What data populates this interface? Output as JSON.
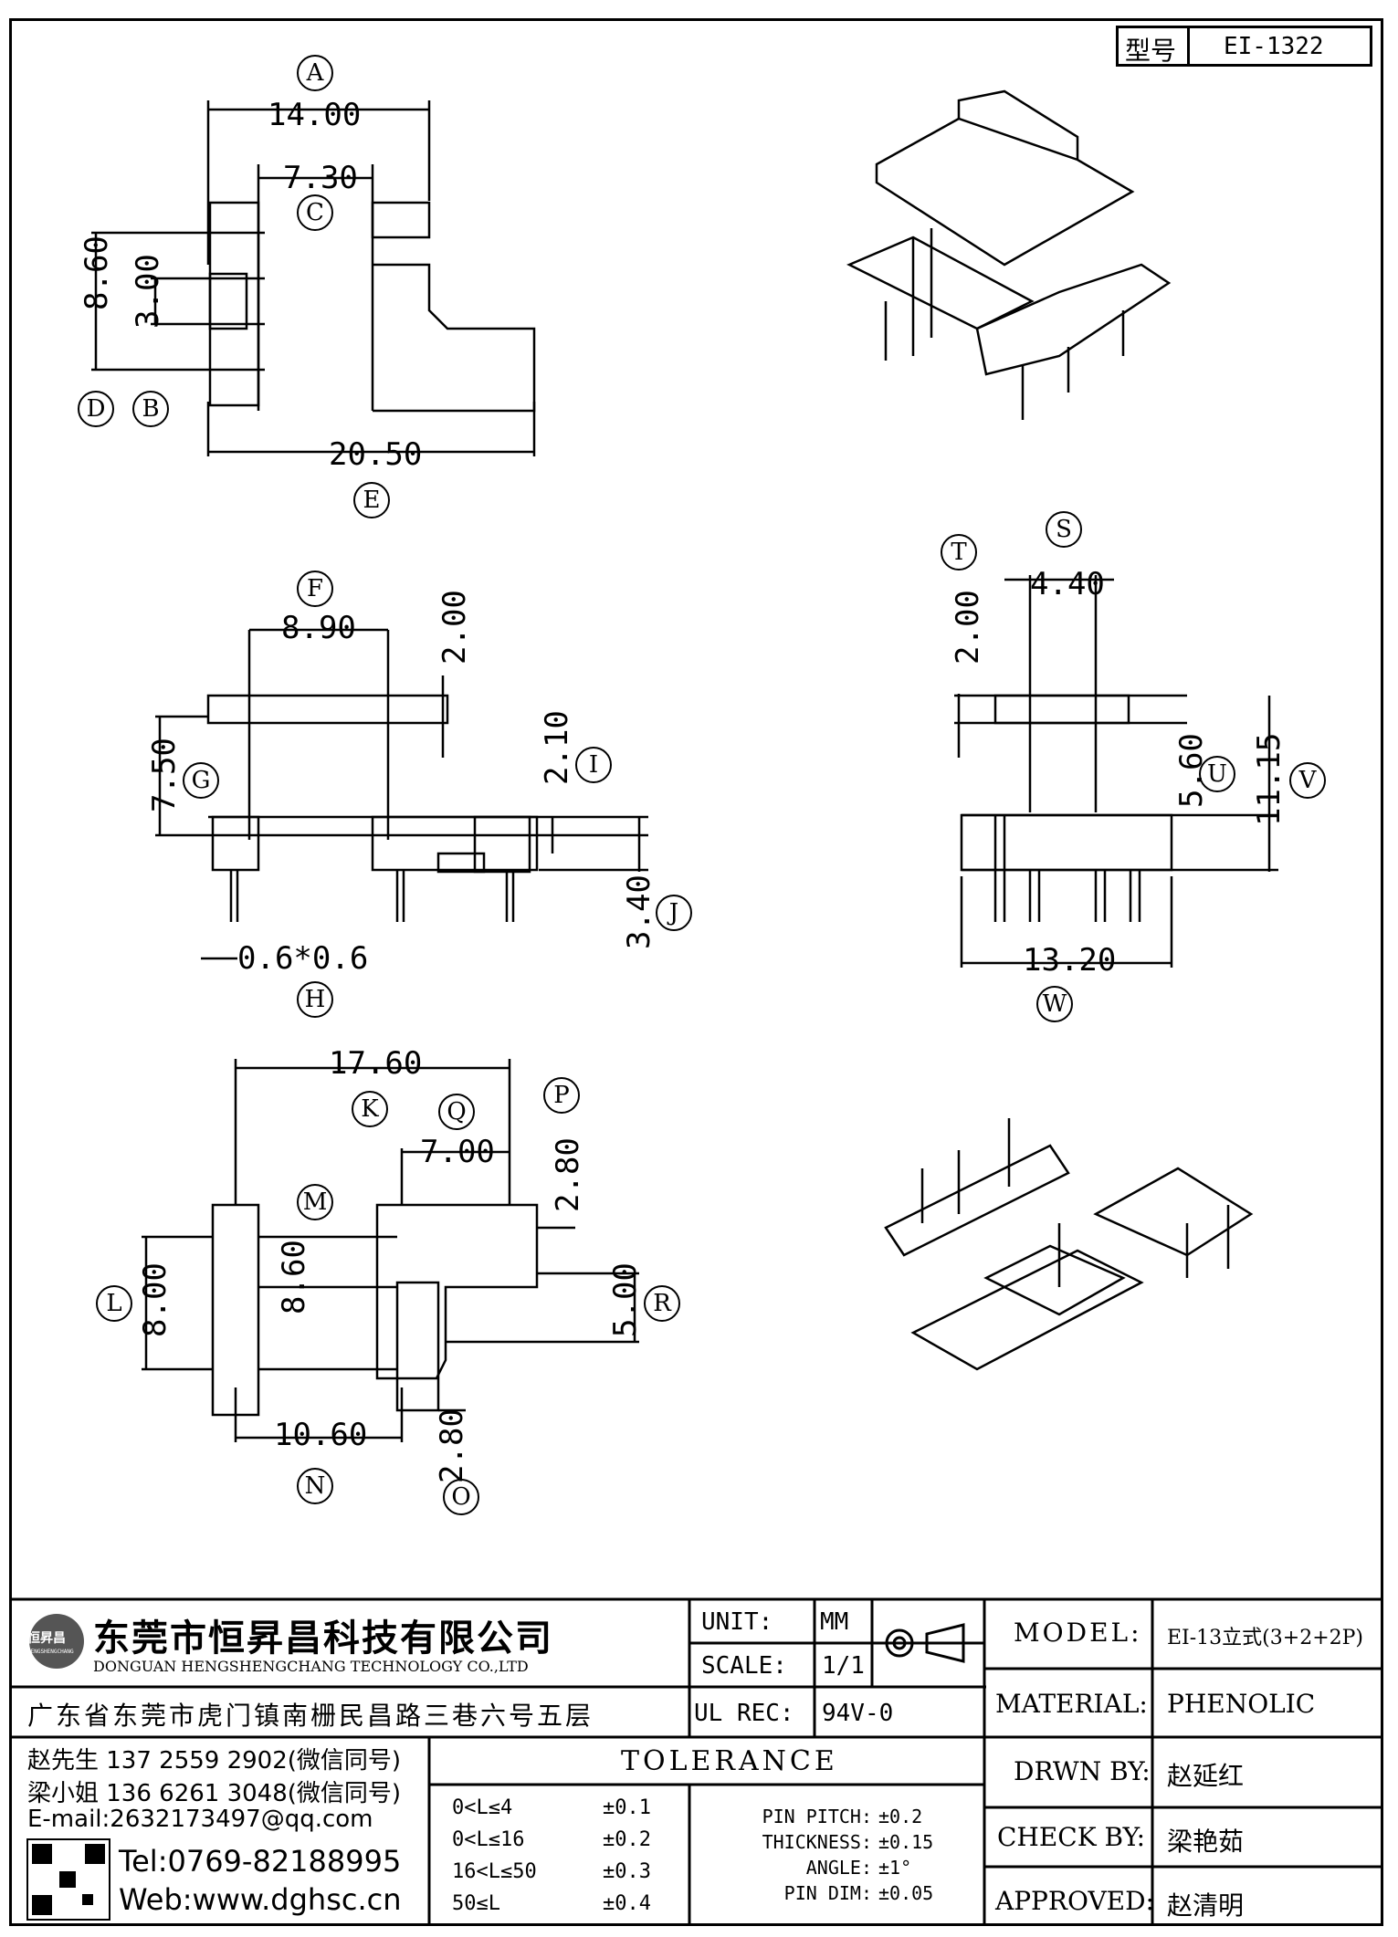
{
  "header": {
    "model_label": "型号",
    "model_value": "EI-1322"
  },
  "dimensions": {
    "A": "14.00",
    "C": "7.30",
    "h1": "8.60",
    "h2": "3.00",
    "E": "20.50",
    "F": "8.90",
    "F_right": "2.00",
    "G": "7.50",
    "I": "2.10",
    "J": "3.40",
    "H": "0.6*0.6",
    "T": "2.00",
    "S": "4.40",
    "U": "5.60",
    "V": "11.15",
    "W": "13.20",
    "K": "17.60",
    "Q": "7.00",
    "P": "2.80",
    "L": "8.00",
    "M": "8.60",
    "R": "5.00",
    "N": "10.60",
    "O": "2.80"
  },
  "callouts": [
    "A",
    "B",
    "C",
    "D",
    "E",
    "F",
    "G",
    "H",
    "I",
    "J",
    "K",
    "L",
    "M",
    "N",
    "O",
    "P",
    "Q",
    "R",
    "S",
    "T",
    "U",
    "V",
    "W"
  ],
  "company": {
    "name_cn": "东莞市恒昇昌科技有限公司",
    "name_en": "DONGUAN HENGSHENGCHANG TECHNOLOGY CO.,LTD",
    "address": "广东省东莞市虎门镇南栅民昌路三巷六号五层",
    "logo_text": "恒昇昌",
    "logo_sub": "HENGSHENGCHANG",
    "contact1": "赵先生 137 2559 2902(微信同号)",
    "contact2": "梁小姐 136 6261 3048(微信同号)",
    "email": "E-mail:2632173497@qq.com",
    "tel": "Tel:0769-82188995",
    "web": "Web:www.dghsc.cn"
  },
  "specs": {
    "unit_label": "UNIT:",
    "unit_value": "MM",
    "scale_label": "SCALE:",
    "scale_value": "1/1",
    "ulrec_label": "UL REC:",
    "ulrec_value": "94V-0"
  },
  "tolerance": {
    "title": "TOLERANCE",
    "rows": [
      {
        "range": "0<L≤4",
        "value": "±0.1"
      },
      {
        "range": "0<L≤16",
        "value": "±0.2"
      },
      {
        "range": "16<L≤50",
        "value": "±0.3"
      },
      {
        "range": "50≤L",
        "value": "±0.4"
      }
    ],
    "extra": [
      {
        "label": "PIN PITCH:",
        "value": "±0.2"
      },
      {
        "label": "THICKNESS:",
        "value": "±0.15"
      },
      {
        "label": "ANGLE:",
        "value": "±1°"
      },
      {
        "label": "PIN DIM:",
        "value": "±0.05"
      }
    ]
  },
  "info": {
    "model_label": "MODEL:",
    "model_value": "EI-13立式(3+2+2P)",
    "material_label": "MATERIAL:",
    "material_value": "PHENOLIC",
    "drawn_label": "DRWN BY:",
    "drawn_value": "赵延红",
    "check_label": "CHECK BY:",
    "check_value": "梁艳茹",
    "approved_label": "APPROVED:",
    "approved_value": "赵清明"
  }
}
